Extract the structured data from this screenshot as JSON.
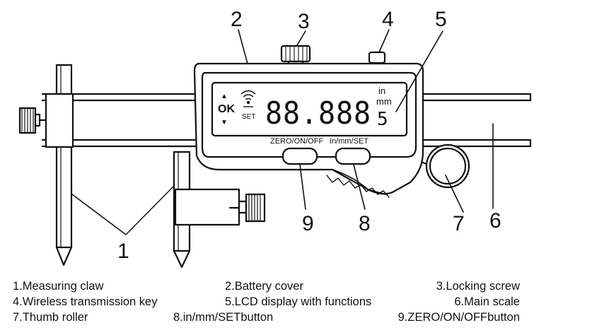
{
  "callouts": [
    "1",
    "2",
    "3",
    "4",
    "5",
    "6",
    "7",
    "8",
    "9"
  ],
  "display": {
    "digits": "88.888",
    "unit_in": "in",
    "unit_mm": "mm",
    "small_digit": "5",
    "ok": "OK",
    "set": "SET",
    "up_arrow": "▲",
    "down_arrow": "▼"
  },
  "buttons": {
    "zero_on_off": "ZERO/ON/OFF",
    "in_mm_set": "In/mm/SET"
  },
  "legend": [
    [
      "1.Measuring claw",
      "2.Battery cover",
      "3.Locking screw"
    ],
    [
      "4.Wireless transmission key",
      "5.LCD display with functions",
      "6.Main scale"
    ],
    [
      "7.Thumb roller",
      "8.in/mm/SETbutton",
      "9.ZERO/ON/OFFbutton"
    ]
  ],
  "icons": [
    "wireless-signal-icon",
    "up-arrow-icon",
    "down-arrow-icon"
  ]
}
